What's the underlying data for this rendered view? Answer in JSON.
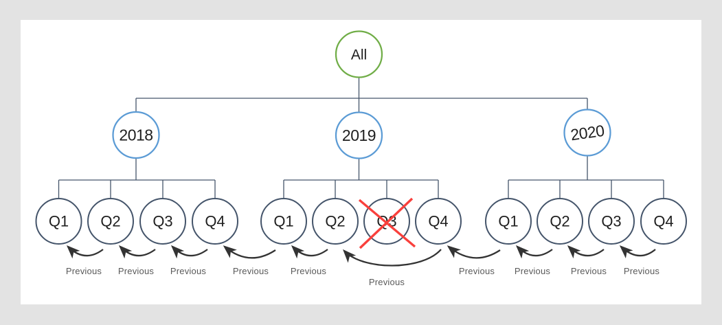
{
  "diagram": {
    "root": {
      "label": "All"
    },
    "years": [
      {
        "label": "2018",
        "quarters": [
          "Q1",
          "Q2",
          "Q3",
          "Q4"
        ]
      },
      {
        "label": "2019",
        "quarters": [
          "Q1",
          "Q2",
          "Q3",
          "Q4"
        ],
        "excluded_quarter": "Q3"
      },
      {
        "label": "2020",
        "quarters": [
          "Q1",
          "Q2",
          "Q3",
          "Q4"
        ]
      }
    ],
    "arrow_labels": [
      "Previous",
      "Previous",
      "Previous",
      "Previous",
      "Previous",
      "Previous",
      "Previous",
      "Previous",
      "Previous",
      "Previous"
    ]
  },
  "colors": {
    "root_node": "#70ad47",
    "year_node": "#5b9bd5",
    "quarter_node": "#44546a",
    "connector": "#44546a",
    "arrow": "#333333",
    "cross_out": "#f9403c",
    "node_text": "#1f1f1f",
    "arrow_label_text": "#595959",
    "canvas": "#ffffff",
    "page_background": "#e3e3e3"
  }
}
